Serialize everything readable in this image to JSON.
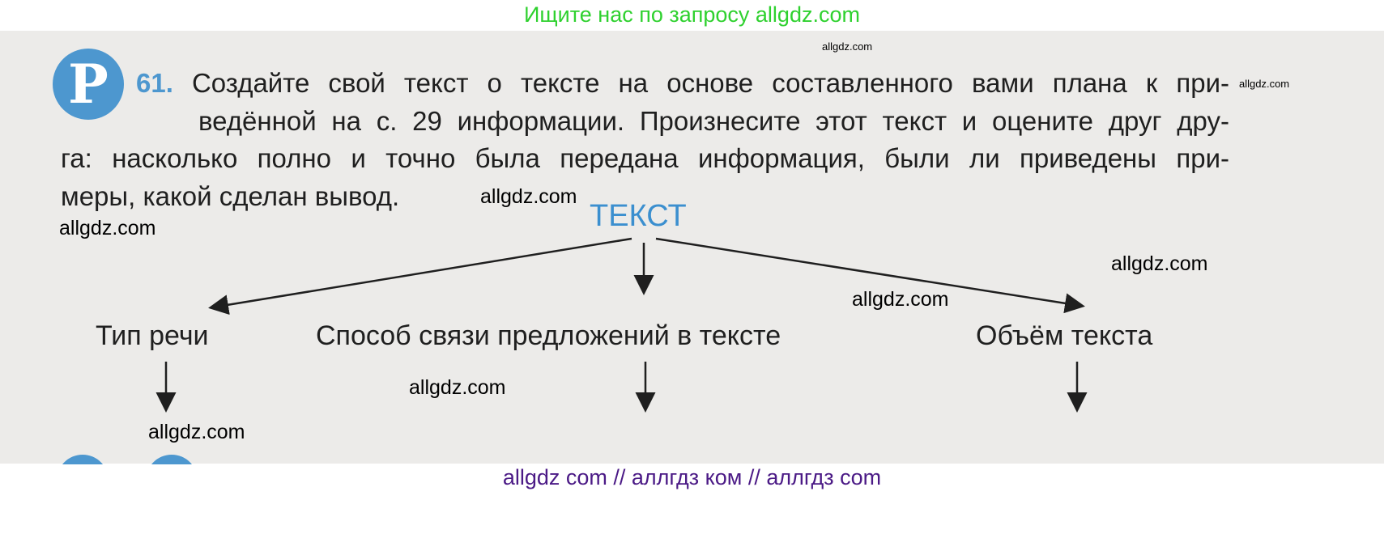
{
  "header_banner": "Ищите нас по запросу allgdz.com",
  "footer_banner": "allgdz com  //  аллгдз ком  //  аллгдз com",
  "exercise": {
    "badge": "Р",
    "number": "61.",
    "lines": [
      "Создайте свой текст о тексте на основе составленного вами плана к при-",
      "ведённой на с. 29 информации. Произнесите этот текст и оцените друг дру-",
      "га: насколько полно и точно была передана информация, были ли приведены при-",
      "меры, какой сделан вывод."
    ]
  },
  "diagram": {
    "root": "ТЕКСТ",
    "children": [
      "Тип речи",
      "Способ связи предложений в тексте",
      "Объём текста"
    ]
  },
  "watermarks": [
    "allgdz.com",
    "allgdz.com",
    "allgdz.com",
    "allgdz.com",
    "allgdz.com",
    "allgdz.com",
    "allgdz.com",
    "allgdz.com"
  ],
  "colors": {
    "accent_blue": "#4d97cf",
    "banner_green": "#2fd12f",
    "footer_purple": "#4b1a86"
  }
}
